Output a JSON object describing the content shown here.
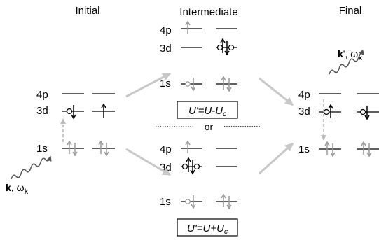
{
  "headers": {
    "initial": "Initial",
    "intermediate": "Intermediate",
    "final": "Final"
  },
  "levels": {
    "l4p": "4p",
    "l3d": "3d",
    "l1s": "1s"
  },
  "separator": "or",
  "boxes": {
    "upper": "U'=U-U",
    "upper_sub": "c",
    "lower": "U'=U+U",
    "lower_sub": "c"
  },
  "photon_in": {
    "k": "k",
    "sep": ", ω",
    "sub": "k"
  },
  "photon_out": {
    "k": "k",
    "sep": "', ω",
    "sub": "k"
  },
  "colors": {
    "line": "#000000",
    "gray_arrow": "#999999",
    "big_arrow": "#c8c8c8"
  }
}
